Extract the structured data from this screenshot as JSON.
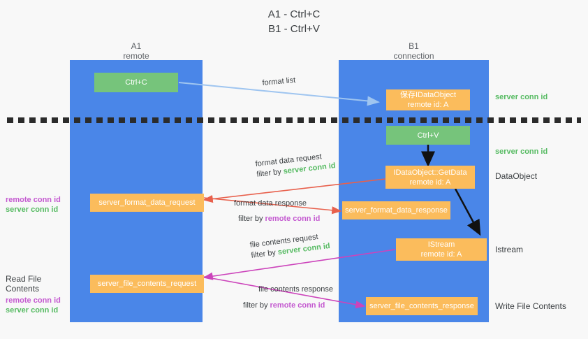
{
  "title": {
    "line1": "A1 - Ctrl+C",
    "line2": "B1 - Ctrl+V"
  },
  "lanes": [
    {
      "id": "a1",
      "name": "A1",
      "sub": "remote",
      "color": "#4a86e8"
    },
    {
      "id": "b1",
      "name": "B1",
      "sub": "connection",
      "color": "#4a86e8"
    }
  ],
  "boxes": {
    "ctrl_c": {
      "label": "Ctrl+C",
      "color": "#76c47b"
    },
    "ctrl_v": {
      "label": "Ctrl+V",
      "color": "#76c47b"
    },
    "save_dataobject": {
      "line1": "保存IDataObject",
      "line2": "remote id: A",
      "color": "#fbbc5c"
    },
    "getdata": {
      "line1": "IDataObject::GetData",
      "line2": "remote id: A",
      "color": "#fbbc5c"
    },
    "istream": {
      "line1": "IStream",
      "line2": "remote id: A",
      "color": "#fbbc5c"
    },
    "format_data_request": {
      "label": "server_format_data_request",
      "color": "#fbbc5c"
    },
    "format_data_response": {
      "label": "server_format_data_response",
      "color": "#fbbc5c"
    },
    "file_contents_request": {
      "label": "server_file_contents_request",
      "color": "#fbbc5c"
    },
    "file_contents_response": {
      "label": "server_file_contents_response",
      "color": "#fbbc5c"
    }
  },
  "right_notes": {
    "server_conn_id_top": "server conn id",
    "server_conn_id_mid": "server conn id",
    "dataobject": "DataObject",
    "istream": "Istream",
    "write_file_contents": "Write File Contents"
  },
  "left_notes": {
    "remote_conn_id_1": "remote conn id",
    "server_conn_id_1": "server conn id",
    "read_file_contents": "Read File Contents",
    "remote_conn_id_2": "remote conn id",
    "server_conn_id_2": "server conn id"
  },
  "arrow_labels": {
    "format_list": "format list",
    "format_data_request": "format data request",
    "format_data_request_filter_prefix": "filter by ",
    "format_data_request_filter_key": "server conn id",
    "format_data_response": "format data response",
    "format_data_response_filter_prefix": "filter by ",
    "format_data_response_filter_key": "remote conn id",
    "file_contents_request": "file contents request",
    "file_contents_request_filter_prefix": "filter by ",
    "file_contents_request_filter_key": "server conn id",
    "file_contents_response": "file contents response",
    "file_contents_response_filter_prefix": "filter by ",
    "file_contents_response_filter_key": "remote conn id"
  },
  "colors": {
    "lane_blue": "#4a86e8",
    "green_box": "#76c47b",
    "orange_box": "#fbbc5c",
    "green_text": "#57bb63",
    "purple_text": "#c45ad0",
    "light_blue_arrow": "#9fc5f0",
    "red_arrow": "#e8604c",
    "magenta_arrow": "#cc44bb",
    "black_arrow": "#000000",
    "background": "#f8f8f8"
  }
}
